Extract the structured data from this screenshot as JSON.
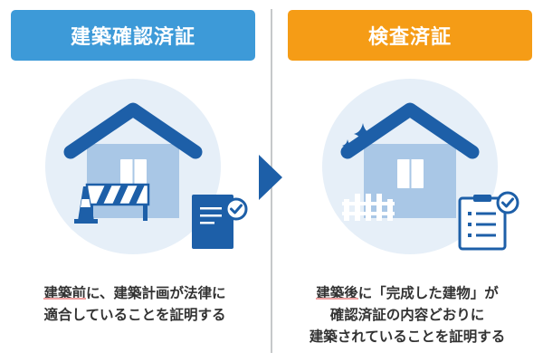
{
  "left": {
    "header": "建築確認済証",
    "caption": {
      "line1_highlight": "建築前",
      "line1_rest": "に、建築計画が法律に",
      "line2": "適合していることを証明する"
    }
  },
  "right": {
    "header": "検査済証",
    "caption": {
      "line1_highlight": "建築後",
      "line1_rest": "に「完成した建物」が",
      "line2": "確認済証の内容どおりに",
      "line3": "建築されていることを証明する"
    }
  },
  "colors": {
    "left_header": "#3d9ad8",
    "right_header": "#f59c16",
    "house_roof": "#1d5fa8",
    "house_wall": "#a9c7e6",
    "circle_bg": "#e6eff8",
    "arrow": "#1d5fa8"
  },
  "icons": [
    "house-icon",
    "barricade-icon",
    "traffic-cone-icon",
    "document-check-icon",
    "sparkle-icon",
    "fence-icon",
    "clipboard-checklist-icon",
    "arrow-right-icon"
  ]
}
